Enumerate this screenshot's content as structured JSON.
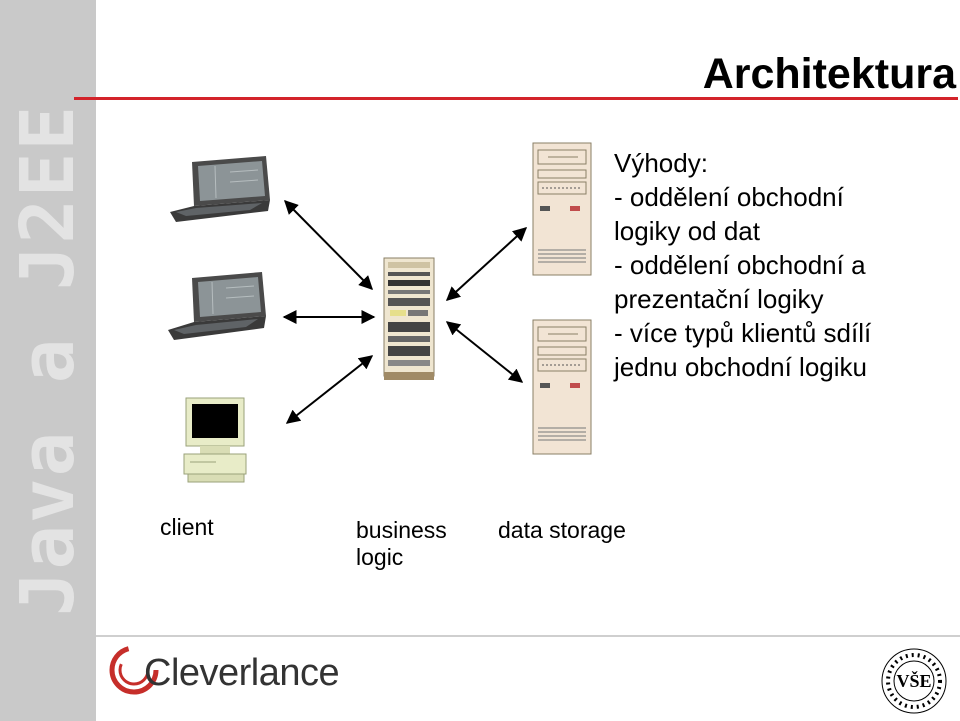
{
  "side_band": {
    "text": "Java a J2EE"
  },
  "header": {
    "title": "Architektura"
  },
  "benefits": {
    "lines": [
      "Výhody:",
      "- oddělení obchodní",
      "logiky od dat",
      "- oddělení obchodní a",
      "prezentační logiky",
      "- více typů klientů sdílí",
      "jednu obchodní logiku"
    ]
  },
  "tiers": {
    "client": "client",
    "business_line1": "business",
    "business_line2": "logic",
    "storage": "data storage"
  },
  "footer": {
    "logo_text": "Cleverlance",
    "seal_text": "VŠE",
    "colors": {
      "accent": "#d3232a",
      "band": "#c9c9c9"
    }
  }
}
